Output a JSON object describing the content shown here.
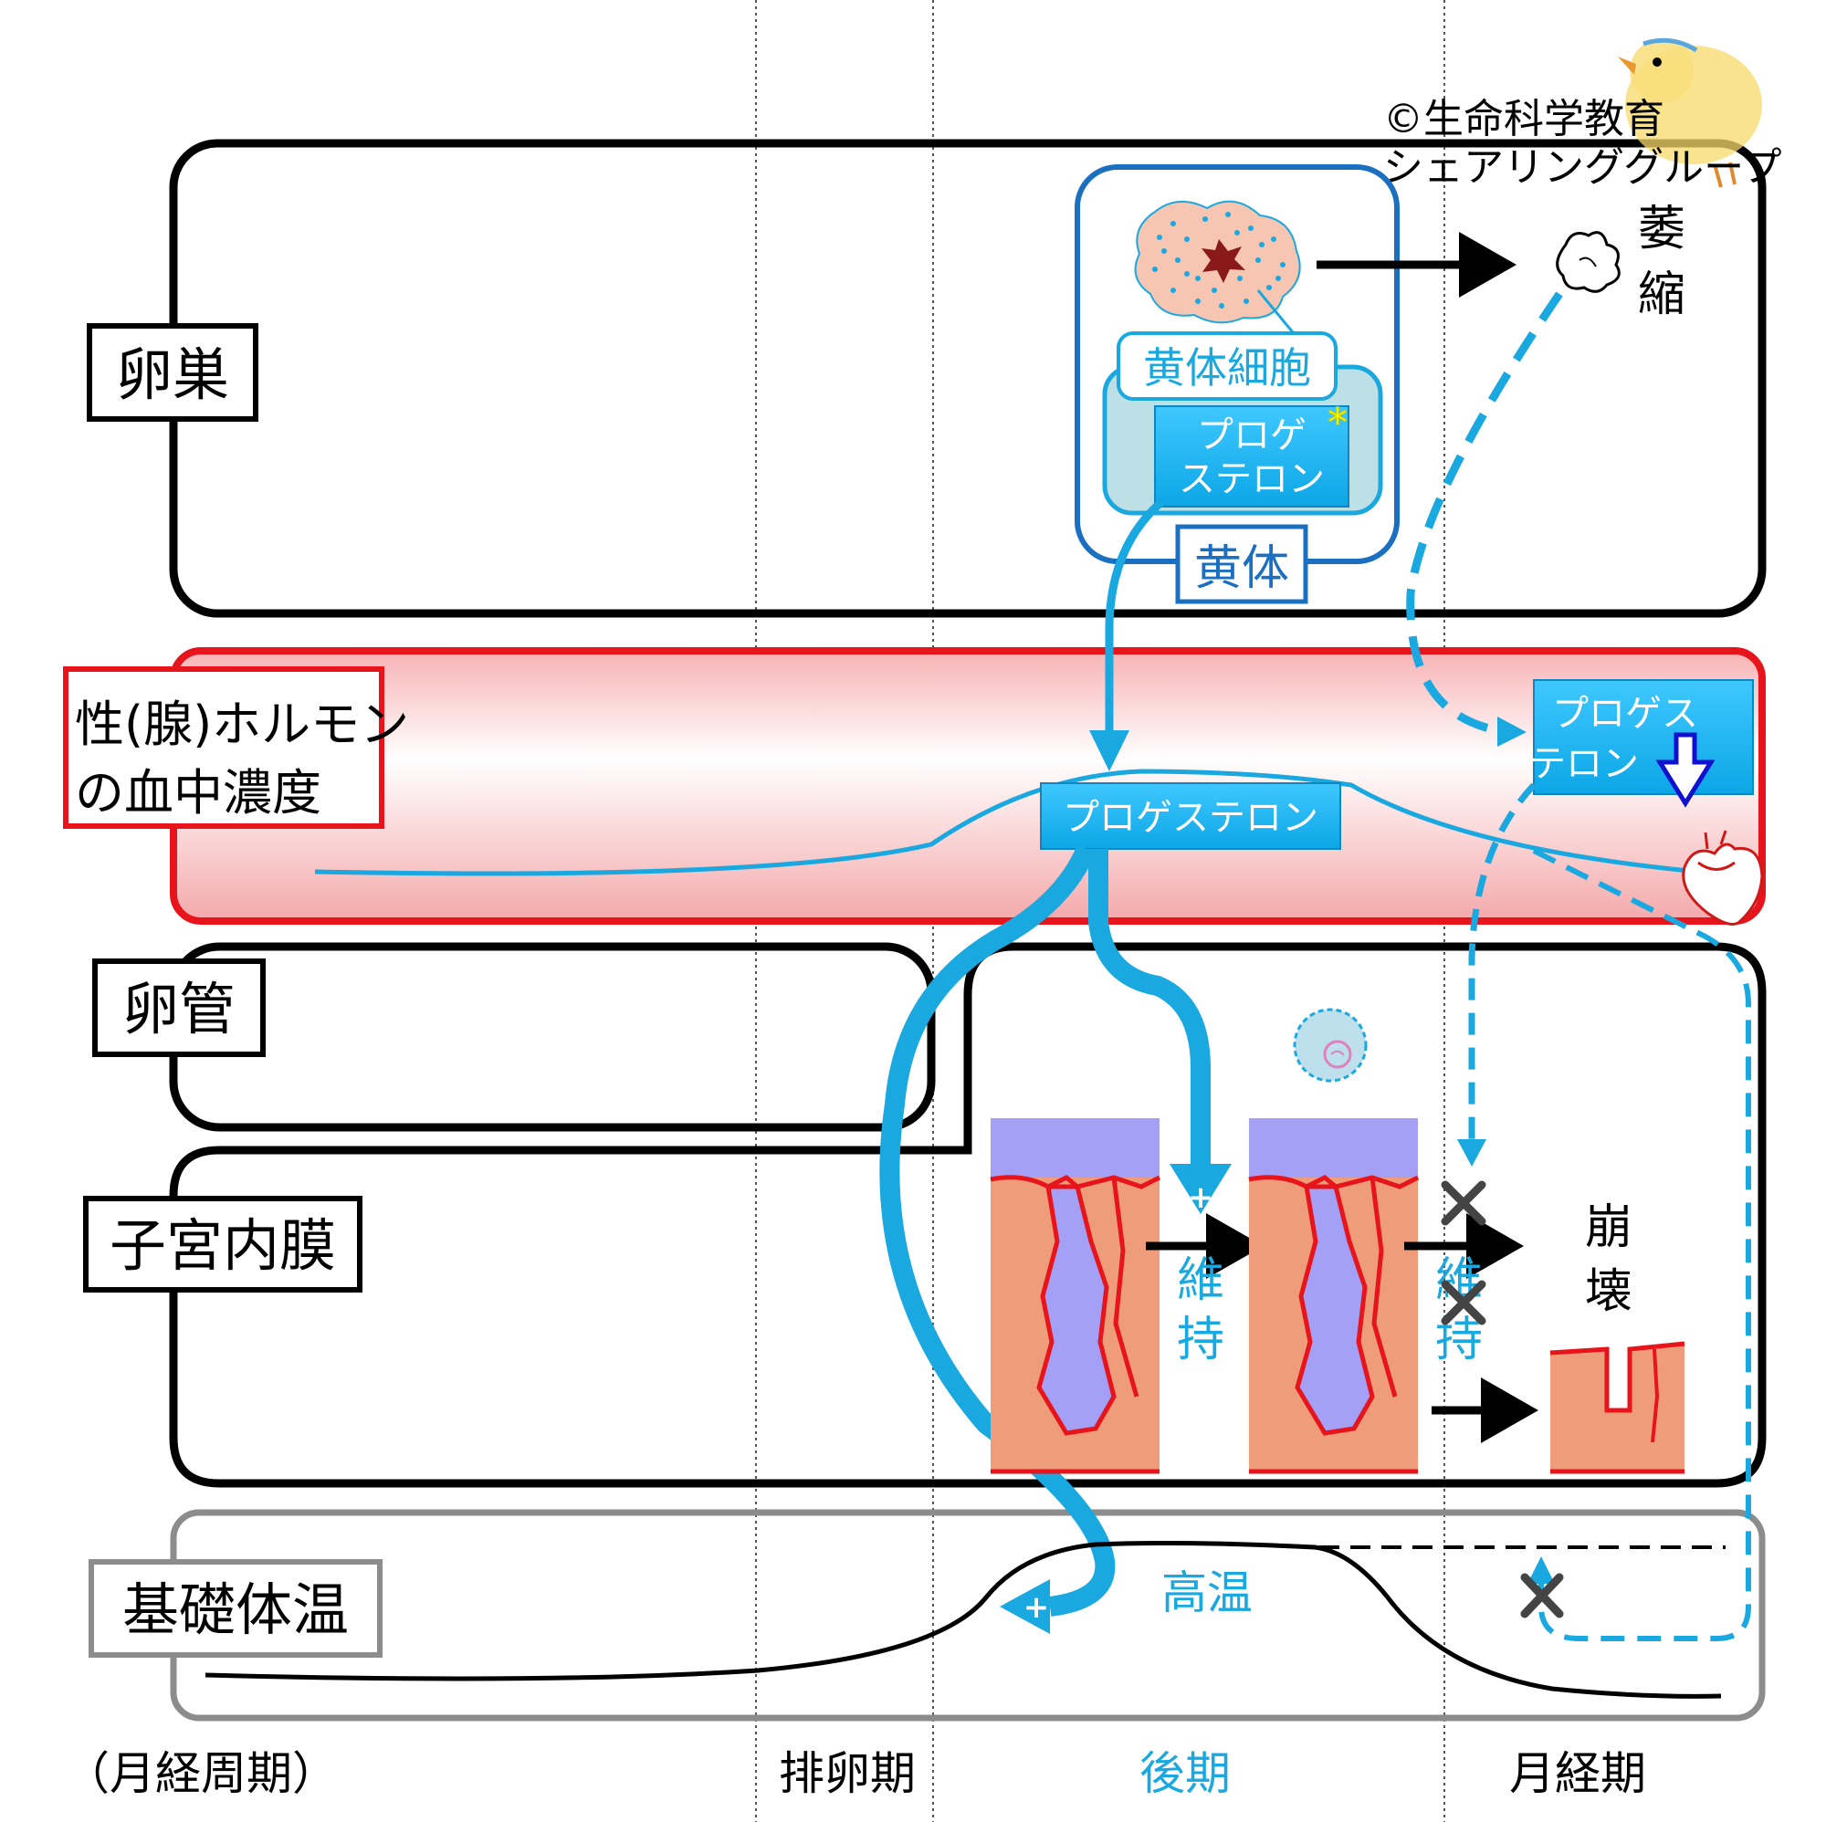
{
  "copyright": {
    "line1": "©生命科学教育",
    "line2": "シェアリンググループ"
  },
  "rows": {
    "ovary": "卵巣",
    "hormone_line1": "性(腺)ホルモン",
    "hormone_line2": "の血中濃度",
    "oviduct": "卵管",
    "endometrium": "子宮内膜",
    "bbt": "基礎体温"
  },
  "ovary_panel": {
    "corpus_luteum_cell": "黄体細胞",
    "progesterone_line1": "プロゲ",
    "progesterone_line2": "ステロン",
    "corpus_luteum": "黄体",
    "atrophy_line1": "萎",
    "atrophy_line2": "縮"
  },
  "hormone_panel": {
    "progesterone": "プロゲステロン",
    "progesterone_late_line1": "プロゲス",
    "progesterone_late_line2": "テロン"
  },
  "endometrium_panel": {
    "maintain_line1": "維",
    "maintain_line2": "持",
    "collapse_line1": "崩",
    "collapse_line2": "壊"
  },
  "bbt_panel": {
    "high_temp": "高温"
  },
  "phases": {
    "cycle": "（月経周期）",
    "ovulation": "排卵期",
    "luteal": "後期",
    "menstrual": "月経期"
  },
  "colors": {
    "accent_blue": "#1aa8e0",
    "red_border": "#e8141c",
    "tissue": "#ee9c7a",
    "lumen": "#a3a0f5",
    "arrow_dark_blue": "#1010d0"
  }
}
